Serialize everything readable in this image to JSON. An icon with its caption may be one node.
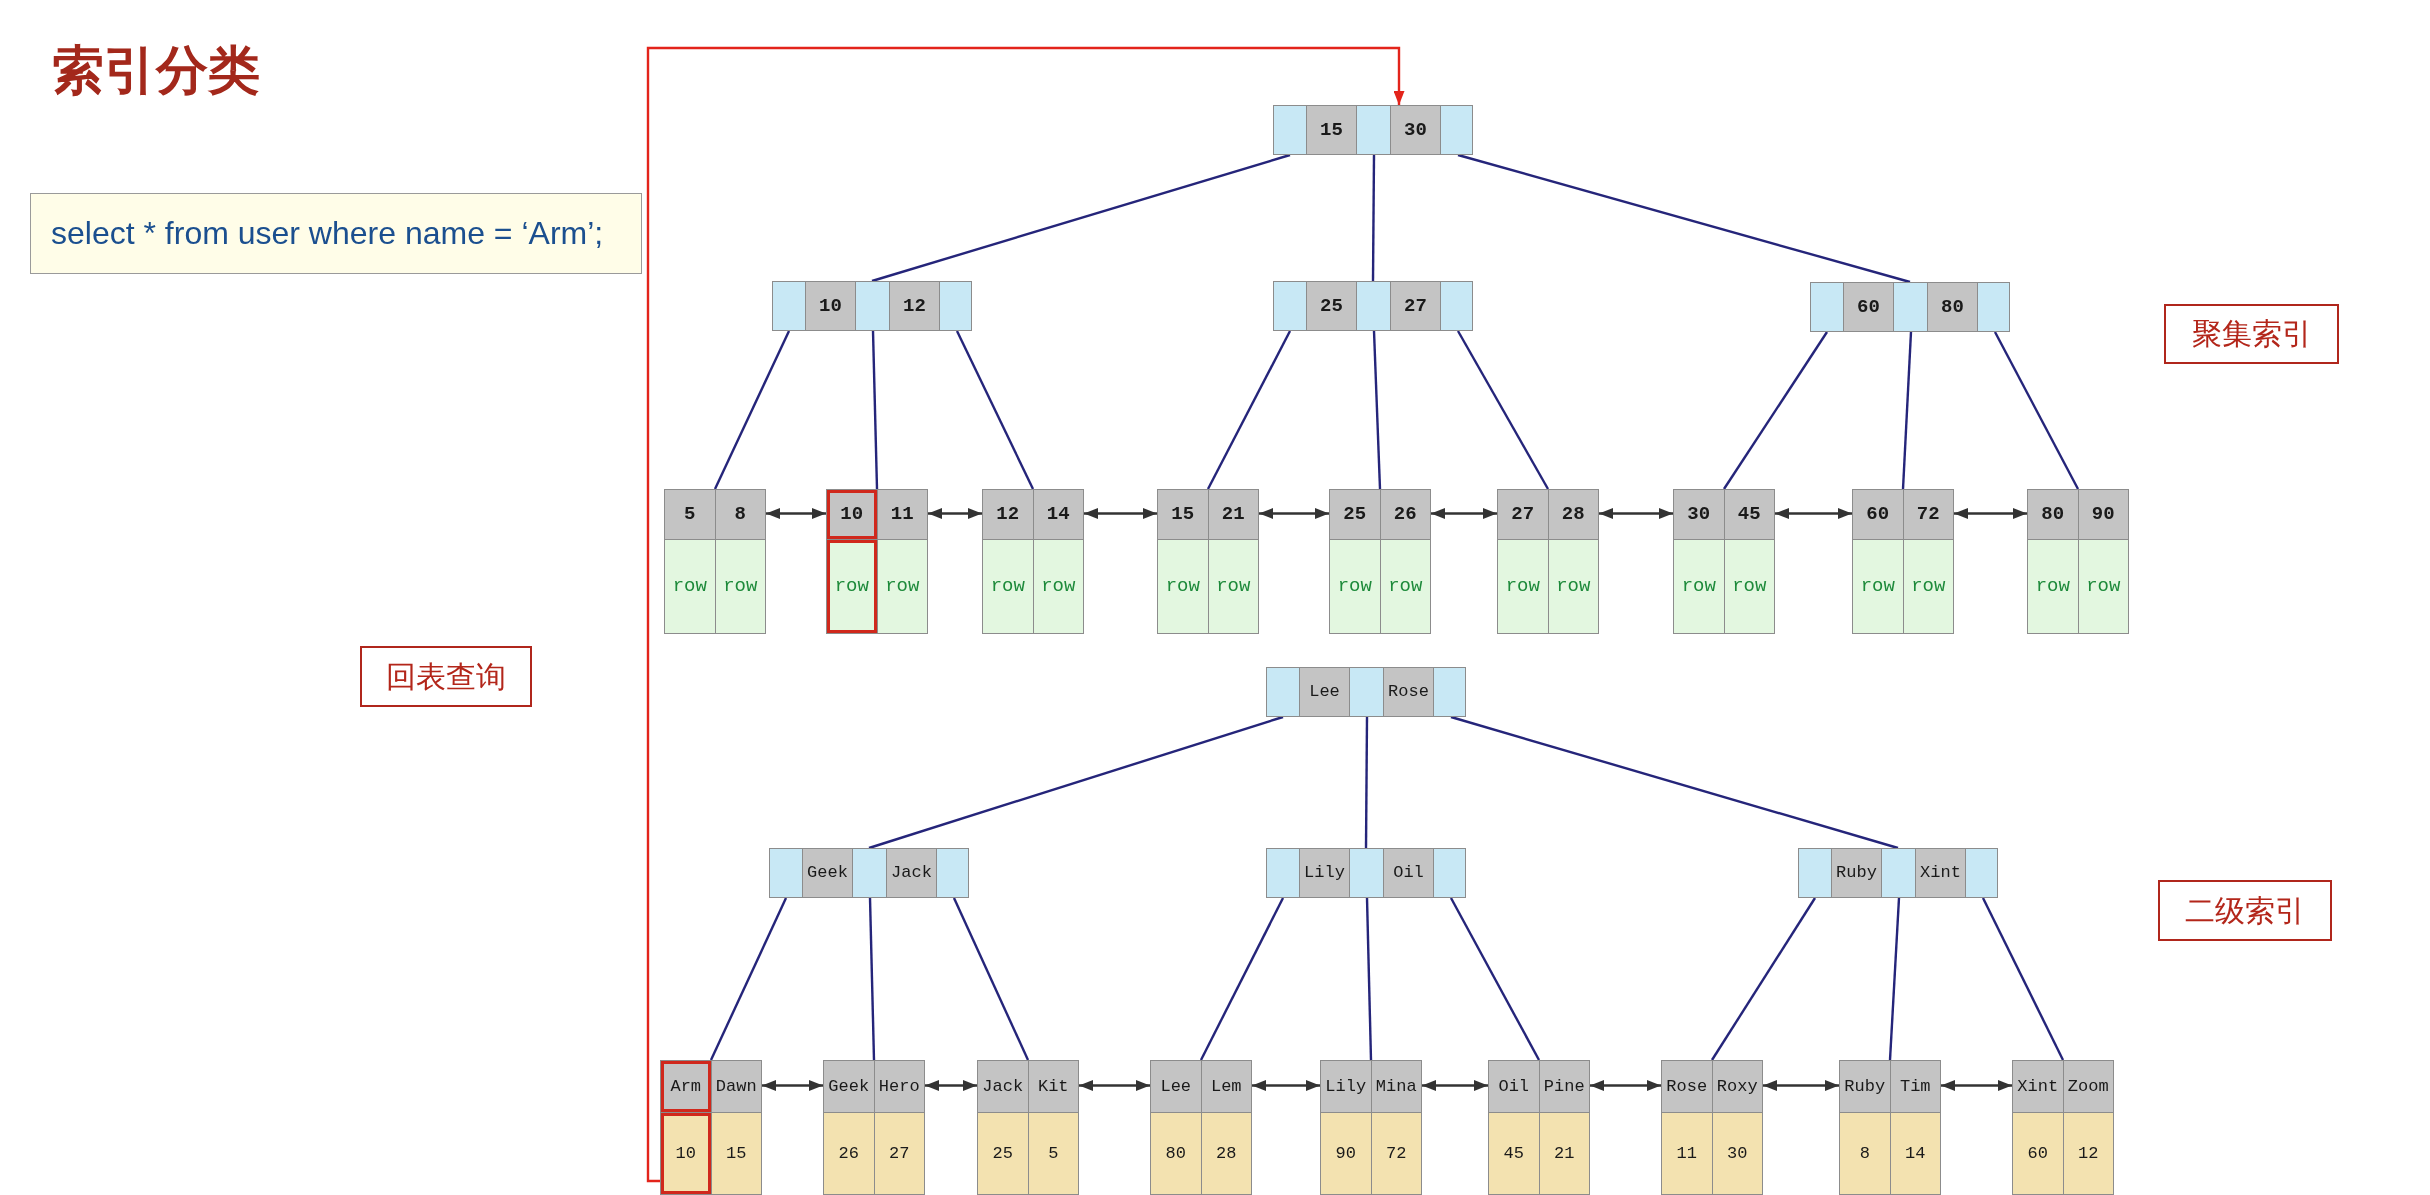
{
  "diagram": {
    "title": "索引分类",
    "nodes": [
      {
        "text": [
          "select * from user where name = ‘Arm’;"
        ]
      },
      {
        "text": [
          "15",
          "30"
        ]
      },
      {
        "text": [
          "10",
          "12"
        ]
      },
      {
        "text": [
          "25",
          "27"
        ]
      },
      {
        "text": [
          "60",
          "80"
        ]
      },
      {
        "text": [
          "聚集索引"
        ]
      },
      {
        "text": [
          "5",
          "8",
          "row",
          "row"
        ]
      },
      {
        "text": [
          "10",
          "11",
          "row",
          "row"
        ]
      },
      {
        "text": [
          "12",
          "14",
          "row",
          "row"
        ]
      },
      {
        "text": [
          "15",
          "21",
          "row",
          "row"
        ]
      },
      {
        "text": [
          "25",
          "26",
          "row",
          "row"
        ]
      },
      {
        "text": [
          "27",
          "28",
          "row",
          "row"
        ]
      },
      {
        "text": [
          "30",
          "45",
          "row",
          "row"
        ]
      },
      {
        "text": [
          "60",
          "72",
          "row",
          "row"
        ]
      },
      {
        "text": [
          "80",
          "90",
          "row",
          "row"
        ]
      },
      {
        "text": [
          "回表查询"
        ]
      },
      {
        "text": [
          "Lee",
          "Rose"
        ]
      },
      {
        "text": [
          "Geek",
          "Jack"
        ]
      },
      {
        "text": [
          "Lily",
          "Oil"
        ]
      },
      {
        "text": [
          "Ruby",
          "Xint"
        ]
      },
      {
        "text": [
          "二级索引"
        ]
      },
      {
        "text": [
          "Arm",
          "Dawn",
          "10",
          "15"
        ]
      },
      {
        "text": [
          "Geek",
          "Hero",
          "26",
          "27"
        ]
      },
      {
        "text": [
          "Jack",
          "Kit",
          "25",
          "5"
        ]
      },
      {
        "text": [
          "Lee",
          "Lem",
          "80",
          "28"
        ]
      },
      {
        "text": [
          "Lily",
          "Mina",
          "90",
          "72"
        ]
      },
      {
        "text": [
          "Oil",
          "Pine",
          "45",
          "21"
        ]
      },
      {
        "text": [
          "Rose",
          "Roxy",
          "11",
          "30"
        ]
      },
      {
        "text": [
          "Ruby",
          "Tim",
          "8",
          "14"
        ]
      },
      {
        "text": [
          "Xint",
          "Zoom",
          "60",
          "12"
        ]
      }
    ],
    "edges": [
      {
        "from": 1,
        "to": 2,
        "arrow": "none"
      },
      {
        "from": 1,
        "to": 3,
        "arrow": "none"
      },
      {
        "from": 1,
        "to": 4,
        "arrow": "none"
      },
      {
        "from": 2,
        "to": 6,
        "arrow": "none"
      },
      {
        "from": 2,
        "to": 7,
        "arrow": "none"
      },
      {
        "from": 2,
        "to": 8,
        "arrow": "none"
      },
      {
        "from": 3,
        "to": 9,
        "arrow": "none"
      },
      {
        "from": 3,
        "to": 10,
        "arrow": "none"
      },
      {
        "from": 3,
        "to": 11,
        "arrow": "none"
      },
      {
        "from": 4,
        "to": 12,
        "arrow": "none"
      },
      {
        "from": 4,
        "to": 13,
        "arrow": "none"
      },
      {
        "from": 4,
        "to": 14,
        "arrow": "none"
      },
      {
        "from": 6,
        "to": 7,
        "arrow": "both",
        "color": "#333333"
      },
      {
        "from": 7,
        "to": 8,
        "arrow": "both",
        "color": "#333333"
      },
      {
        "from": 8,
        "to": 9,
        "arrow": "both",
        "color": "#333333"
      },
      {
        "from": 9,
        "to": 10,
        "arrow": "both",
        "color": "#333333"
      },
      {
        "from": 10,
        "to": 11,
        "arrow": "both",
        "color": "#333333"
      },
      {
        "from": 11,
        "to": 12,
        "arrow": "both",
        "color": "#333333"
      },
      {
        "from": 12,
        "to": 13,
        "arrow": "both",
        "color": "#333333"
      },
      {
        "from": 13,
        "to": 14,
        "arrow": "both",
        "color": "#333333"
      },
      {
        "from": 16,
        "to": 17,
        "arrow": "none"
      },
      {
        "from": 16,
        "to": 18,
        "arrow": "none"
      },
      {
        "from": 16,
        "to": 19,
        "arrow": "none"
      },
      {
        "from": 17,
        "to": 21,
        "arrow": "none"
      },
      {
        "from": 17,
        "to": 22,
        "arrow": "none"
      },
      {
        "from": 17,
        "to": 23,
        "arrow": "none"
      },
      {
        "from": 18,
        "to": 24,
        "arrow": "none"
      },
      {
        "from": 18,
        "to": 25,
        "arrow": "none"
      },
      {
        "from": 18,
        "to": 26,
        "arrow": "none"
      },
      {
        "from": 19,
        "to": 27,
        "arrow": "none"
      },
      {
        "from": 19,
        "to": 28,
        "arrow": "none"
      },
      {
        "from": 19,
        "to": 29,
        "arrow": "none"
      },
      {
        "from": 21,
        "to": 22,
        "arrow": "both",
        "color": "#333333"
      },
      {
        "from": 22,
        "to": 23,
        "arrow": "both",
        "color": "#333333"
      },
      {
        "from": 23,
        "to": 24,
        "arrow": "both",
        "color": "#333333"
      },
      {
        "from": 24,
        "to": 25,
        "arrow": "both",
        "color": "#333333"
      },
      {
        "from": 25,
        "to": 26,
        "arrow": "both",
        "color": "#333333"
      },
      {
        "from": 26,
        "to": 27,
        "arrow": "both",
        "color": "#333333"
      },
      {
        "from": 27,
        "to": 28,
        "arrow": "both",
        "color": "#333333"
      },
      {
        "from": 28,
        "to": 29,
        "arrow": "both",
        "color": "#333333"
      },
      {
        "from": 21,
        "to": 1,
        "arrow": "to",
        "color": "#e3241b"
      }
    ]
  }
}
